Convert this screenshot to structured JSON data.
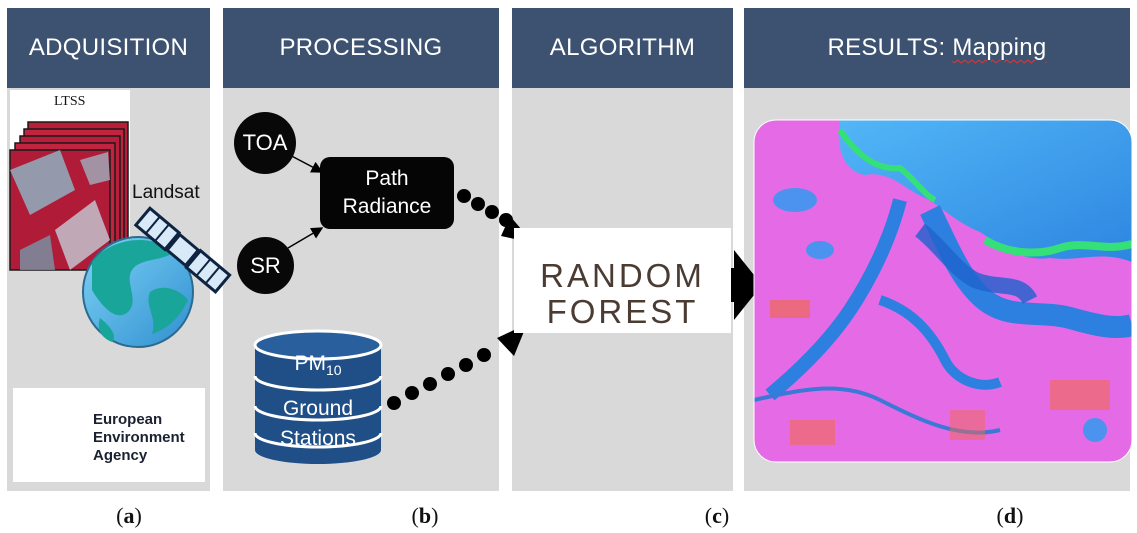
{
  "panels": [
    {
      "header": "ADQUISITION",
      "caption_letter": "a"
    },
    {
      "header": "PROCESSING",
      "caption_letter": "b"
    },
    {
      "header": "ALGORITHM",
      "caption_letter": "c"
    },
    {
      "header_prefix": "RESULTS: ",
      "header_underlined": "Mapping",
      "caption_letter": "d"
    }
  ],
  "acquisition": {
    "image_label": "LTSS",
    "satellite_label": "Landsat",
    "agency_lines": [
      "European",
      "Environment",
      "Agency"
    ]
  },
  "processing": {
    "toa": "TOA",
    "sr": "SR",
    "path_radiance_lines": [
      "Path",
      "Radiance"
    ],
    "db_pm": "PM",
    "db_pm_sub": "10",
    "db_line2": "Ground",
    "db_line3": "Stations"
  },
  "algorithm": {
    "logo_line1": "RANDOM",
    "logo_line2": "FOREST"
  },
  "colors": {
    "header_bg": "#3d5270",
    "panel_bg": "#d9d9d9",
    "database_blue": "#1f4f86",
    "map_magenta": "#e86ee8",
    "map_blue": "#3a9bf0"
  }
}
